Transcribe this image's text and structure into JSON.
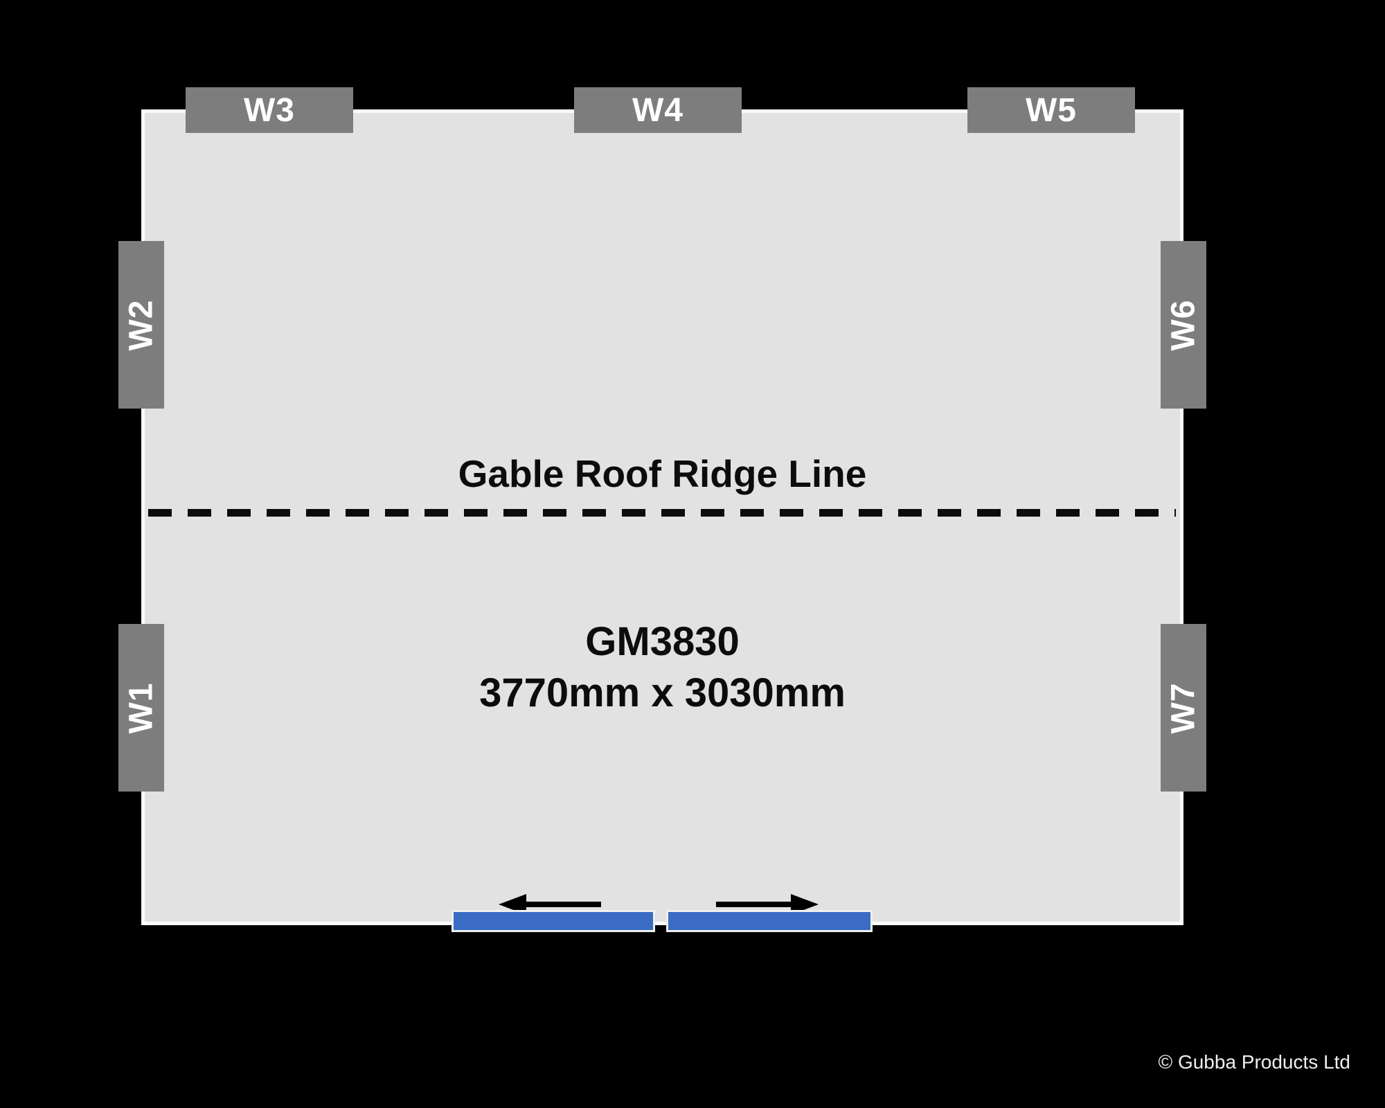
{
  "floor_plan": {
    "model": "GM3830",
    "size": "3770mm x 3030mm",
    "ridge_label": "Gable Roof Ridge Line"
  },
  "windows": [
    {
      "id": "W1"
    },
    {
      "id": "W2"
    },
    {
      "id": "W3"
    },
    {
      "id": "W4"
    },
    {
      "id": "W5"
    },
    {
      "id": "W6"
    },
    {
      "id": "W7"
    }
  ],
  "doors": {
    "type": "double-sliding",
    "color": "#3a6cc4"
  },
  "footer": {
    "copyright": "© Gubba Products Ltd"
  },
  "colors": {
    "background": "#000000",
    "floor": "#e2e2e2",
    "window_tab": "#7d7d7d",
    "door": "#3a6cc4",
    "text": "#0c0c0c"
  }
}
